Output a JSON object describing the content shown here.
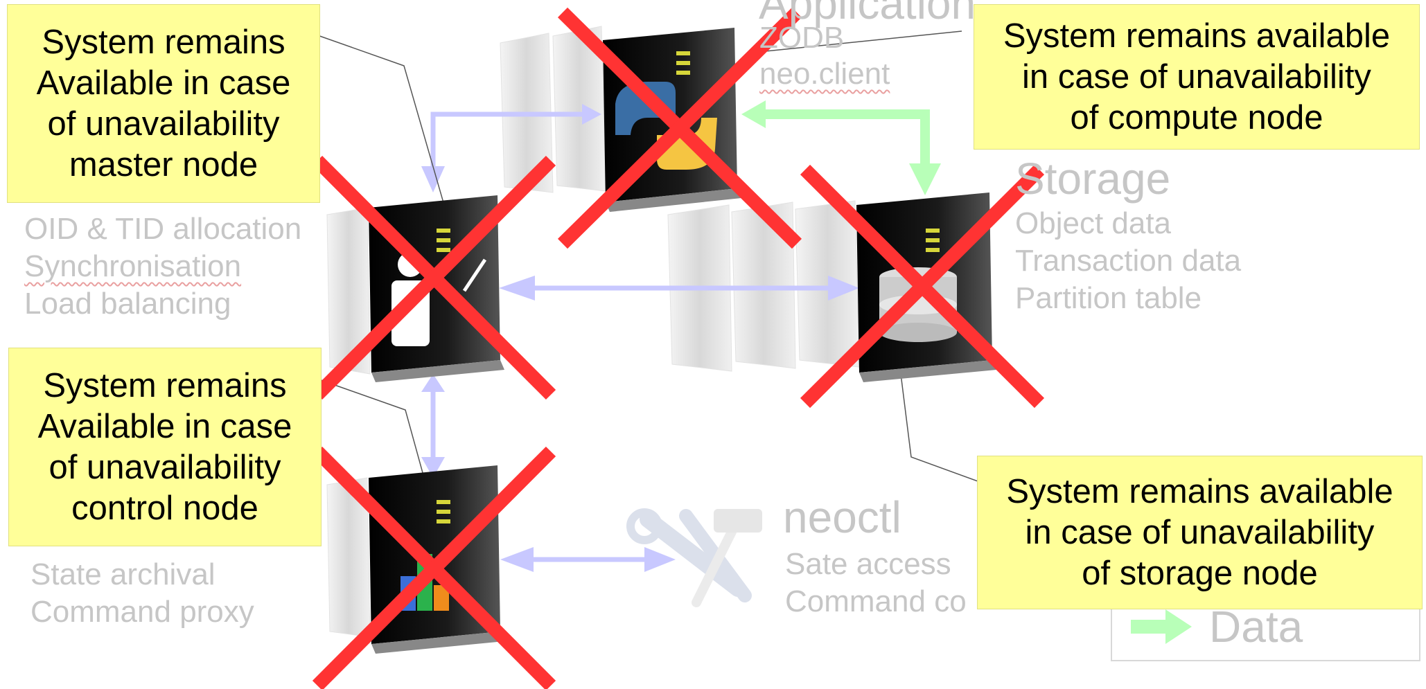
{
  "application": {
    "title": "Application",
    "items": [
      "ZODB",
      "neo.client"
    ]
  },
  "storage": {
    "title": "Storage",
    "items": [
      "Object data",
      "Transaction data",
      "Partition table"
    ]
  },
  "master": {
    "items": [
      "OID & TID allocation",
      "Synchronisation",
      "Load balancing"
    ]
  },
  "admin": {
    "items": [
      "State archival",
      "Command proxy"
    ]
  },
  "neoctl": {
    "title": "neoctl",
    "items": [
      "Sate access",
      "Command co"
    ]
  },
  "legend": {
    "data_label": "Data"
  },
  "notes": {
    "master": [
      "System remains",
      "Available in case",
      "of unavailability",
      "master node"
    ],
    "compute": [
      "System remains available",
      "in case of unavailability",
      "of compute node"
    ],
    "control": [
      "System remains",
      "Available in case",
      "of unavailability",
      "control node"
    ],
    "storage": [
      "System remains available",
      "in case of unavailability",
      "of storage node"
    ]
  },
  "colors": {
    "control_arrow": "#c8c8ff",
    "data_arrow": "#b8ffb8",
    "cross": "#ff3333",
    "note_bg": "#ffff99"
  }
}
